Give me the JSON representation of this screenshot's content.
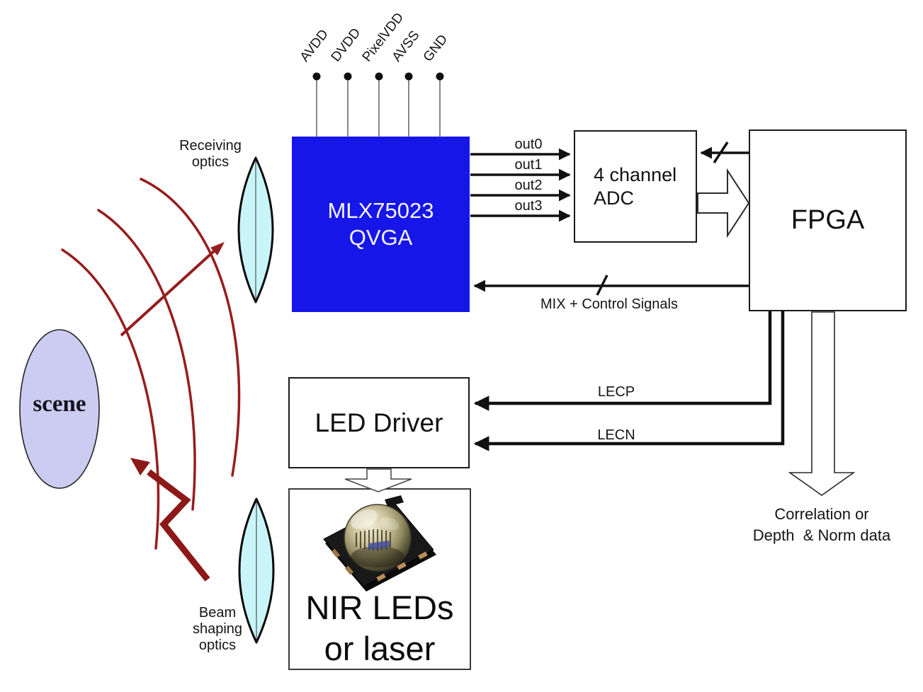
{
  "diagram": {
    "power_pins": [
      "AVDD",
      "DVDD",
      "PixelVDD",
      "AVSS",
      "GND"
    ],
    "sensor": {
      "line1": "MLX75023",
      "line2": "QVGA"
    },
    "adc": {
      "line1": "4 channel",
      "line2": "ADC"
    },
    "fpga": {
      "label": "FPGA"
    },
    "led_driver": {
      "label": "LED Driver"
    },
    "nir": {
      "line1": "NIR LEDs",
      "line2": "or laser"
    },
    "scene": {
      "label": "scene"
    },
    "receiving_optics": {
      "line1": "Receiving",
      "line2": "optics"
    },
    "beam_shaping_optics": {
      "line1": "Beam",
      "line2": "shaping",
      "line3": "optics"
    },
    "signals": {
      "outs": [
        "out0",
        "out1",
        "out2",
        "out3"
      ],
      "mix": "MIX + Control Signals",
      "lecp": "LECP",
      "lecn": "LECN"
    },
    "output": {
      "line1": "Correlation or",
      "line2": "Depth  & Norm data"
    },
    "colors": {
      "sensor_blue": "#1616e8",
      "scene_fill": "#ccccf2",
      "lens_fill": "#c9f5f9",
      "wave_red": "#961d1d",
      "line_black": "#141414"
    }
  }
}
